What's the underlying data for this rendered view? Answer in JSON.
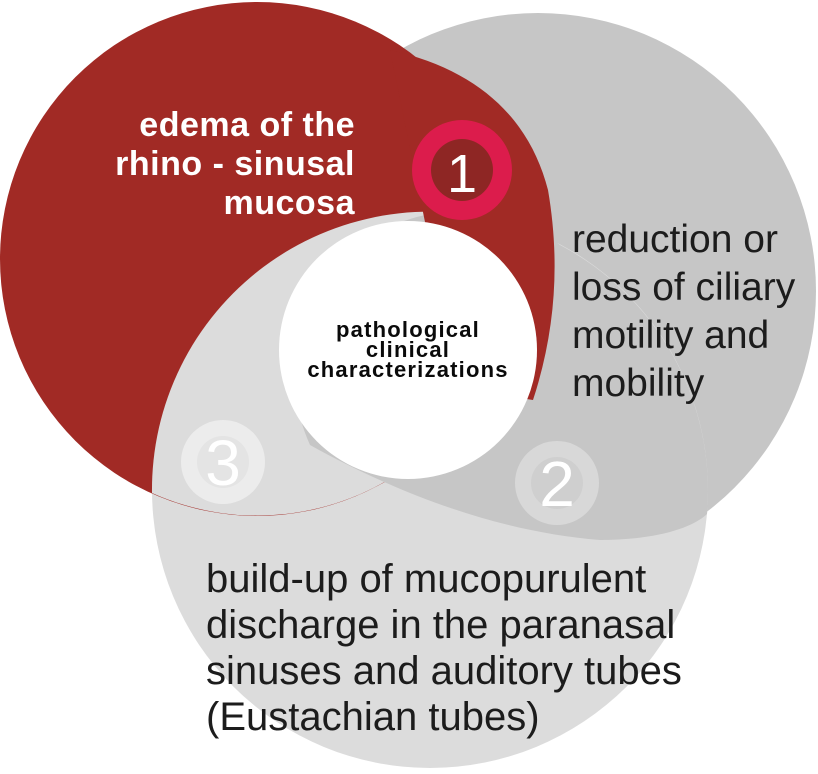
{
  "diagram": {
    "center_label": {
      "lines": [
        "pathological",
        "clinical",
        "characterizations"
      ]
    },
    "segments": [
      {
        "number": "1",
        "label_lines": [
          "edema of the",
          "rhino - sinusal",
          "mucosa"
        ]
      },
      {
        "number": "2",
        "label_lines": [
          "reduction or",
          "loss of ciliary",
          "motility and",
          "mobility"
        ]
      },
      {
        "number": "3",
        "label_lines": [
          "build-up of mucopurulent",
          "discharge in the paranasal",
          "sinuses and auditory tubes",
          "(Eustachian tubes)"
        ]
      }
    ]
  },
  "colors": {
    "circle1": "#A12A25",
    "circle2": "#C6C6C6",
    "circle3": "#DCDCDC",
    "badge1_ring": "#DC1C4C",
    "badge1_inner": "#8E2624",
    "badge2_ring": "#D8D8D8",
    "badge2_inner": "#CFCFCF",
    "badge3_ring": "#ECECEC",
    "badge3_inner": "#E4E4E4",
    "center_bg": "#FFFFFF",
    "label1_text": "#FFFFFF",
    "label_text": "#1C1C1C",
    "center_text": "#0A0A0A"
  }
}
